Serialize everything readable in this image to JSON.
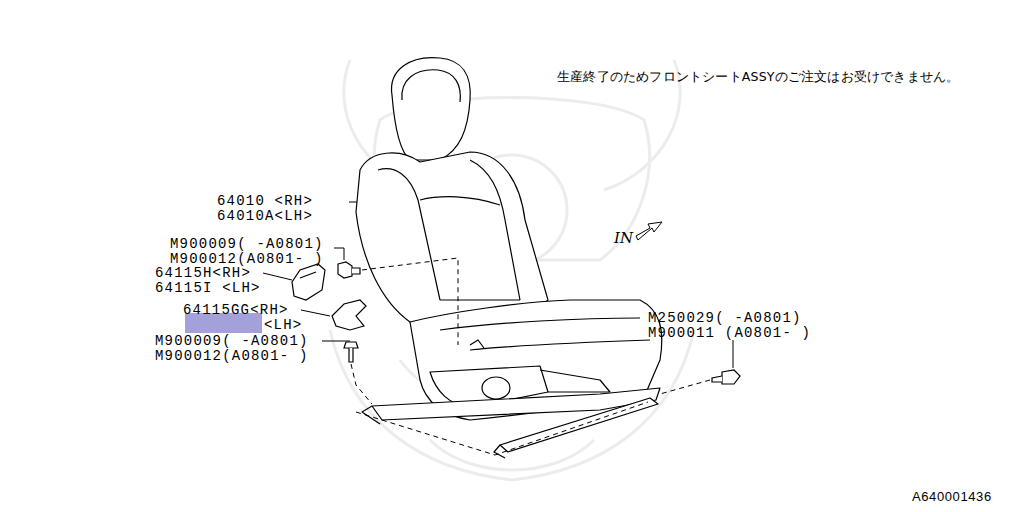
{
  "diagram": {
    "labels": [
      "生産終了のためフロントシートASSYのご注文はお受けできません。",
      "64010 <RH>",
      "64010A<LH>",
      "M900009( -A0801)",
      "M900012(A0801- )",
      "64115H<RH>",
      "64115I <LH>",
      "64115GG<RH>",
      "<LH>",
      "M900009( -A0801)",
      "M900012(A0801- )",
      "M250029( -A0801)",
      "M900011 (A0801- )",
      "IN",
      "A640001436"
    ]
  }
}
